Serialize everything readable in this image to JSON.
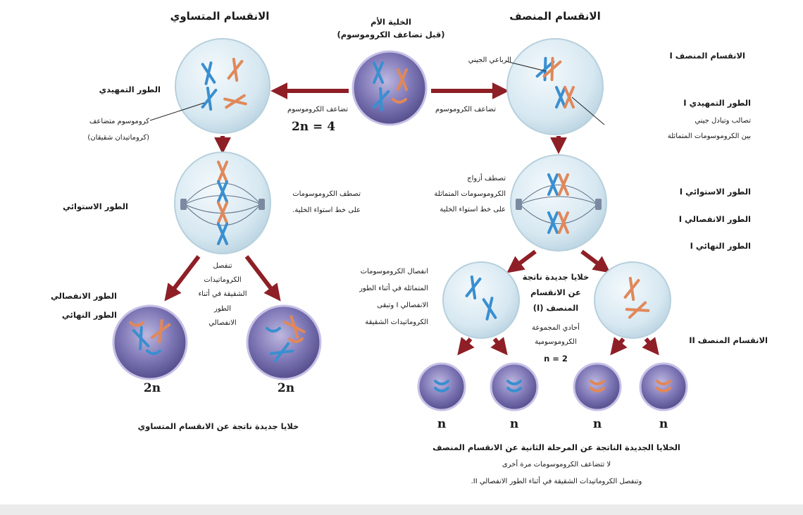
{
  "headings": {
    "mitosis": "الانقسام المتساوي",
    "meiosis": "الانقسام المنصف",
    "parent_cell_line1": "الخلية الأم",
    "parent_cell_line2": "(قبل تضاعف الكروموسوم)"
  },
  "mitosis": {
    "prophase": "الطور التمهيدي",
    "duplicated_chromosome_line1": "كروموسوم متضاعف",
    "duplicated_chromosome_line2": "(كروماتيدان شقيقان)",
    "replication": "تضاعف الكروموسوم",
    "ploidy_parent": "2n = 4",
    "metaphase": "الطور الاستوائي",
    "metaphase_desc_line1": "تصطف الكروموسومات",
    "metaphase_desc_line2": "على خط استواء الخلية.",
    "anaphase": "الطور الانفصالي",
    "telophase": "الطور النهائي",
    "separation_line1": "تنفصل",
    "separation_line2": "الكروماتيدات",
    "separation_line3": "الشقيقة في أثناء",
    "separation_line4": "الطور",
    "separation_line5": "الانفصالي",
    "daughter_left": "2n",
    "daughter_right": "2n",
    "result": "خلايا جديدة ناتجة عن الانقسام المتساوي"
  },
  "meiosis": {
    "meiosis_I": "الانقسام المنصف I",
    "tetrad": "الرباعي الجيني",
    "replication": "تضاعف الكروموسوم",
    "prophase_I": "الطور التمهيدي I",
    "synapsis_line1": "تصالب وتبادل جيني",
    "synapsis_line2": "بين الكروموسومات المتماثلة",
    "pairs_line1": "تصطف أزواج",
    "pairs_line2": "الكروموسومات المتماثلة",
    "pairs_line3": "على خط استواء الخلية",
    "metaphase_I": "الطور الاستوائي I",
    "anaphase_I": "الطور الانفصالي I",
    "telophase_I": "الطور النهائي I",
    "homolog_sep_line1": "انفصال الكروموسومات",
    "homolog_sep_line2": "المتماثلة في أثناء الطور",
    "homolog_sep_line3": "الانفصالي I وتبقى",
    "homolog_sep_line4": "الكروماتيدات الشقيقة",
    "new_cells_line1": "خلايا جديدة ناتجة",
    "new_cells_line2": "عن الانقسام",
    "new_cells_line3": "المنصف (I)",
    "haploid_line1": "أحادي المجموعة",
    "haploid_line2": "الكروموسومية",
    "haploid_line3": "n = 2",
    "meiosis_II": "الانقسام المنصف II",
    "gametes": [
      "n",
      "n",
      "n",
      "n"
    ],
    "result_line1": "الخلايا الجديدة الناتجة عن المرحلة الثانية عن الانقسام المنصف",
    "result_line2": "لا تتضاعف الكروموسومات مرة أخرى",
    "result_line3": "وتنفصل الكروماتيدات الشقيقة في أثناء الطور الانفصالي II."
  },
  "colors": {
    "arrow": "#8e1f26",
    "cell_fill": "#dcebf3",
    "cell_edge": "#b7d0dd",
    "nucleus": "#6a63a3",
    "chrom_blue": "#3a8fd0",
    "chrom_orange": "#e0885a"
  }
}
